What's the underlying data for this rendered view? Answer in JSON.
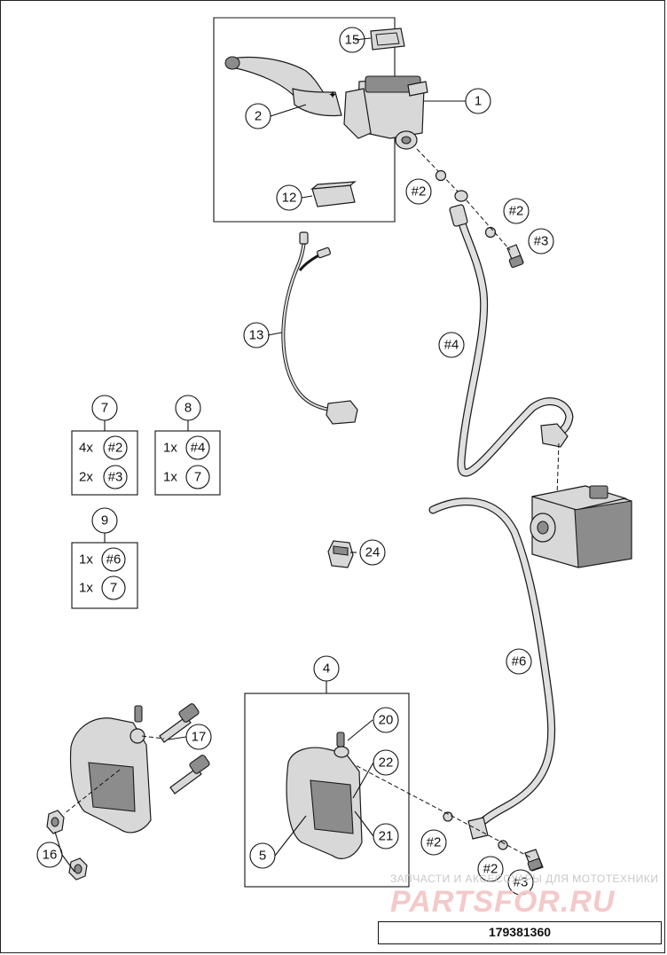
{
  "callouts": {
    "c1": "1",
    "c2": "2",
    "c15": "15",
    "c12": "12",
    "c13": "13",
    "c4": "4",
    "c5": "5",
    "c20": "20",
    "c22": "22",
    "c21": "21",
    "c17": "17",
    "c16": "16",
    "c24": "24",
    "h2a": "#2",
    "h2b": "#2",
    "h3a": "#3",
    "h4": "#4",
    "h6": "#6",
    "h2c": "#2",
    "h2d": "#2",
    "h3b": "#3"
  },
  "kits": [
    {
      "id": "7",
      "rows": [
        {
          "qty": "4x",
          "ref": "#2"
        },
        {
          "qty": "2x",
          "ref": "#3"
        }
      ]
    },
    {
      "id": "8",
      "rows": [
        {
          "qty": "1x",
          "ref": "#4"
        },
        {
          "qty": "1x",
          "ref": "7"
        }
      ]
    },
    {
      "id": "9",
      "rows": [
        {
          "qty": "1x",
          "ref": "#6"
        },
        {
          "qty": "1x",
          "ref": "7"
        }
      ]
    }
  ],
  "drawing_number": "179381360",
  "watermark": {
    "line1": "ЗАПЧАСТИ И АКСЕССУАРЫ ДЛЯ МОТОТЕХНИКИ",
    "line2": "PARTSFOR.RU"
  }
}
